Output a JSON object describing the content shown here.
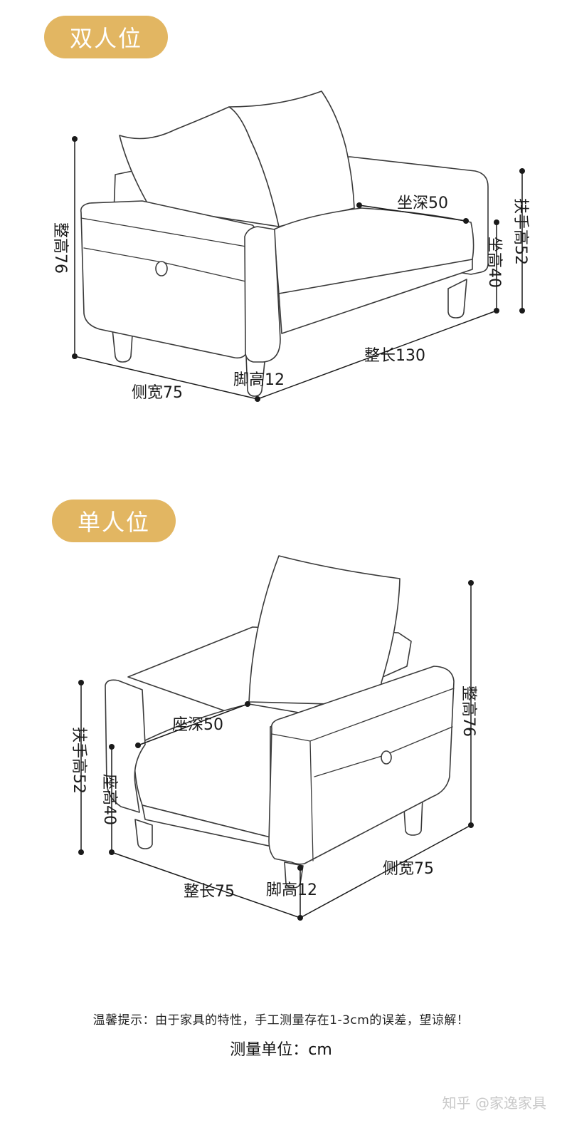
{
  "sections": [
    {
      "title": "双人位",
      "labels": {
        "seat_depth": "坐深50",
        "armrest_height": "扶手高52",
        "seat_height": "坐高40",
        "total_height": "整高76",
        "total_length": "整长130",
        "leg_height": "脚高12",
        "side_width": "侧宽75"
      }
    },
    {
      "title": "单人位",
      "labels": {
        "seat_depth": "座深50",
        "armrest_height": "扶手高52",
        "seat_height": "座高40",
        "total_height": "整高76",
        "total_length": "整长75",
        "leg_height": "脚高12",
        "side_width": "侧宽75"
      }
    }
  ],
  "footer": {
    "tip": "温馨提示：由于家具的特性，手工测量存在1-3cm的误差，望谅解！",
    "unit": "测量单位：cm"
  },
  "watermark": "知乎 @家逸家具",
  "colors": {
    "accent": "#e2b662",
    "line": "#1a1a1a"
  }
}
